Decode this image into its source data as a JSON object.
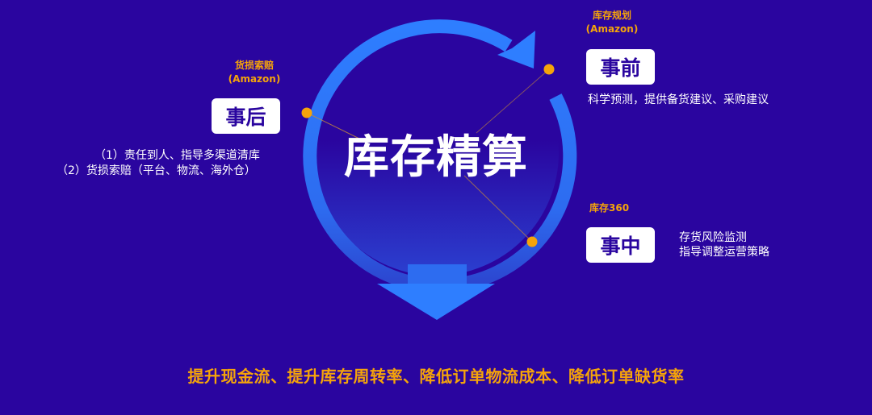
{
  "center": {
    "title": "库存精算"
  },
  "phases": {
    "after": {
      "tag_line1": "货损索赔",
      "tag_line2": "(Amazon)",
      "label": "事后",
      "desc": [
        "（1）责任到人、指导多渠道清库",
        "（2）货损索赔（平台、物流、海外仓）"
      ]
    },
    "before": {
      "tag_line1": "库存规划",
      "tag_line2": "(Amazon)",
      "label": "事前",
      "desc": [
        "科学预测，提供备货建议、采购建议"
      ]
    },
    "during": {
      "tag_line1": "库存360",
      "label": "事中",
      "desc": [
        "存货风险监测",
        "指导调整运营策略"
      ]
    }
  },
  "outcome": "提升现金流、提升库存周转率、降低订单物流成本、降低订单缺货率",
  "colors": {
    "background": "#2a059f",
    "ring": "#2f7dff",
    "accent": "#f5a40a",
    "box": "#ffffff",
    "box_text": "#2a059f"
  }
}
